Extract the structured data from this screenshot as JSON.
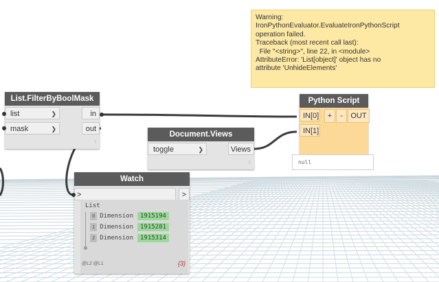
{
  "warning": {
    "lines": [
      "Warning:",
      "IronPythonEvaluator.EvaluateIronPythonScript",
      "operation failed.",
      "Traceback (most recent call last):",
      "  File \"<string>\", line 22, in <module>",
      "AttributeError: 'List[object]' object has no",
      "attribute 'UnhideElements'"
    ]
  },
  "filter_node": {
    "title": "List.FilterByBoolMask",
    "in_ports": [
      "list",
      "mask"
    ],
    "out_ports": [
      "in",
      "out"
    ]
  },
  "views_node": {
    "title": "Document.Views",
    "in_ports": [
      "toggle"
    ],
    "out_ports": [
      "Views"
    ]
  },
  "python_node": {
    "title": "Python Script",
    "in_ports": [
      "IN[0]",
      "IN[1]"
    ],
    "add_label": "+",
    "remove_label": "-",
    "out_label": "OUT",
    "preview": "null"
  },
  "watch_node": {
    "title": "Watch",
    "in_port": ">",
    "out_port": ">",
    "list_label": "List",
    "items": [
      {
        "index": "0",
        "name": "Dimension",
        "value": "1915194"
      },
      {
        "index": "1",
        "name": "Dimension",
        "value": "1915281"
      },
      {
        "index": "2",
        "name": "Dimension",
        "value": "1915314"
      }
    ],
    "levels": [
      "@L2",
      "@L1"
    ],
    "count": "{3}"
  },
  "colors": {
    "python_node": "#fdd998",
    "warning_bg": "#fde8a4",
    "node_title": "#5b5b5b",
    "value_bg": "#9cd89c"
  }
}
